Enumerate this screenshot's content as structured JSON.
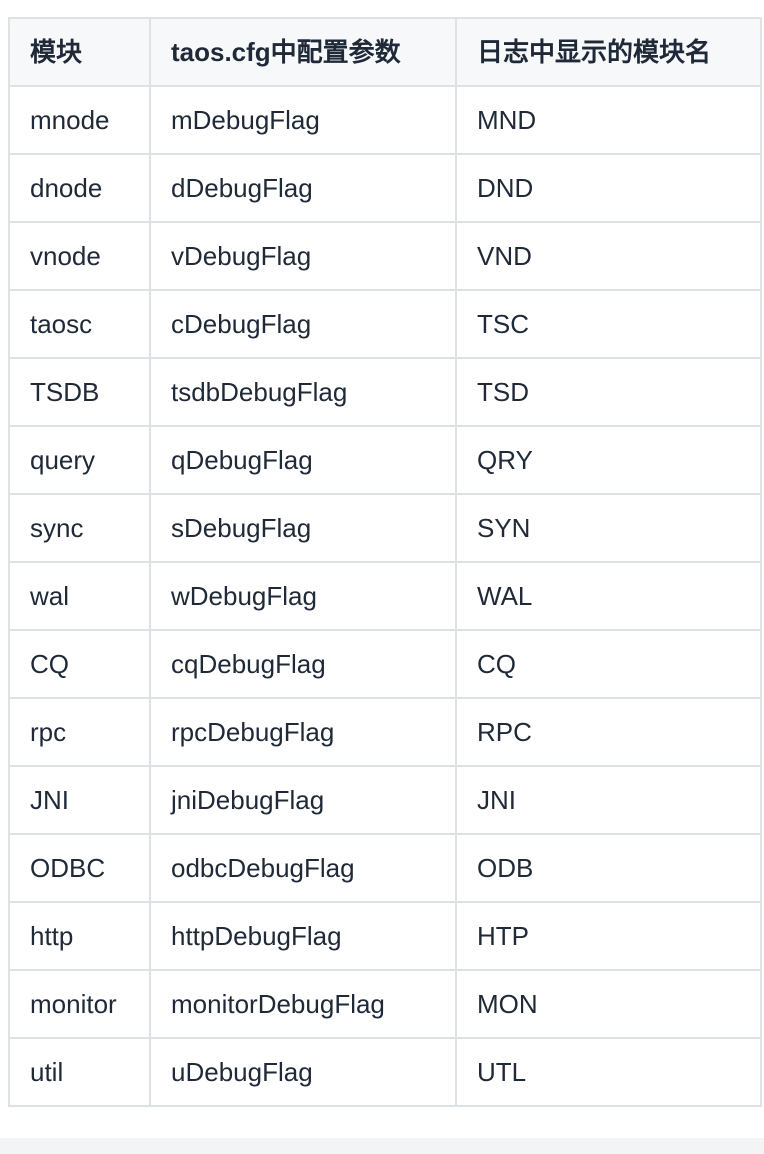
{
  "table": {
    "headers": [
      "模块",
      "taos.cfg中配置参数",
      "日志中显示的模块名"
    ],
    "rows": [
      [
        "mnode",
        "mDebugFlag",
        "MND"
      ],
      [
        "dnode",
        "dDebugFlag",
        "DND"
      ],
      [
        "vnode",
        "vDebugFlag",
        "VND"
      ],
      [
        "taosc",
        "cDebugFlag",
        "TSC"
      ],
      [
        "TSDB",
        "tsdbDebugFlag",
        "TSD"
      ],
      [
        "query",
        "qDebugFlag",
        "QRY"
      ],
      [
        "sync",
        "sDebugFlag",
        "SYN"
      ],
      [
        "wal",
        "wDebugFlag",
        "WAL"
      ],
      [
        "CQ",
        "cqDebugFlag",
        "CQ"
      ],
      [
        "rpc",
        "rpcDebugFlag",
        "RPC"
      ],
      [
        "JNI",
        "jniDebugFlag",
        "JNI"
      ],
      [
        "ODBC",
        "odbcDebugFlag",
        "ODB"
      ],
      [
        "http",
        "httpDebugFlag",
        "HTP"
      ],
      [
        "monitor",
        "monitorDebugFlag",
        "MON"
      ],
      [
        "util",
        "uDebugFlag",
        "UTL"
      ]
    ]
  },
  "colors": {
    "header_bg": "#f6f8fa",
    "border": "#dfe2e5",
    "text": "#1f2937"
  }
}
